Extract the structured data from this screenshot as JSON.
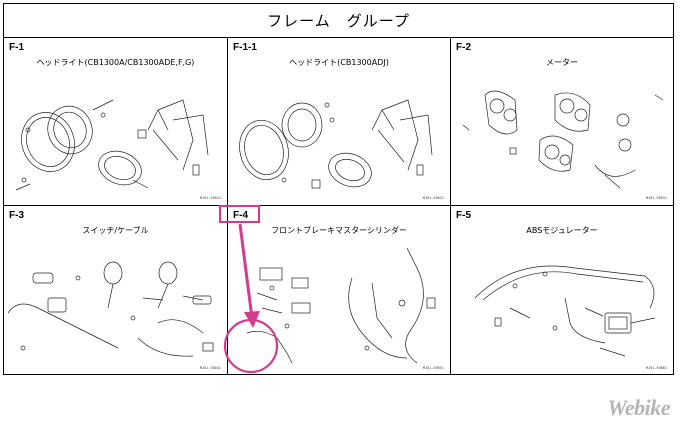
{
  "page_title": "フレーム　グループ",
  "sections": [
    {
      "code": "F-1",
      "name": "ヘッドライト(CB1300A/CB1300ADE,F,G)",
      "ref": "MJ01-E0021"
    },
    {
      "code": "F-1-1",
      "name": "ヘッドライト(CB1300ADJ)",
      "ref": "MJ01-E0021"
    },
    {
      "code": "F-2",
      "name": "メーター",
      "ref": "MJ01-E0031"
    },
    {
      "code": "F-3",
      "name": "スイッチ/ケーブル",
      "ref": "MJ01-E0041"
    },
    {
      "code": "F-4",
      "name": "フロントブレーキマスターシリンダー",
      "ref": "MJ01-E0051"
    },
    {
      "code": "F-5",
      "name": "ABSモジュレーター",
      "ref": "MJ01-E0061"
    }
  ],
  "highlight": {
    "section": "F-4",
    "color": "#d23c8c"
  },
  "watermark": "Webike"
}
